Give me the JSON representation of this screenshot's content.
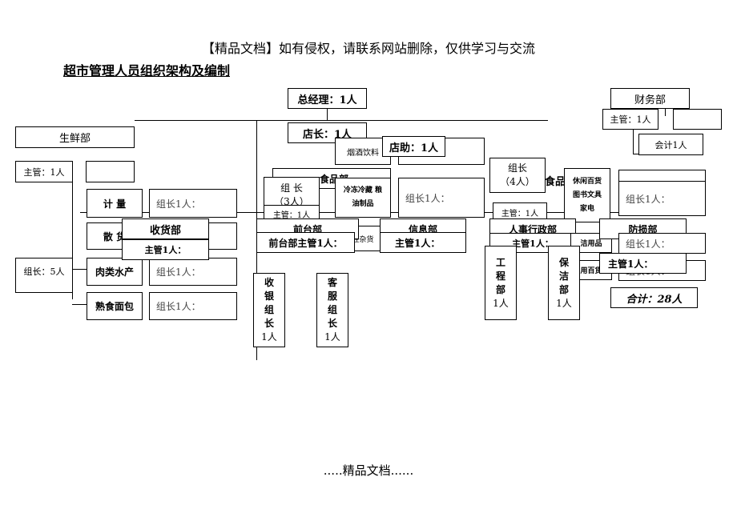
{
  "header": "【精品文档】如有侵权，请联系网站删除，仅供学习与交流",
  "title": "超市管理人员组织架构及编制",
  "footer": ".....精品文档......",
  "boxes": {
    "gm": "总经理：1人",
    "store_manager": "店长：1人",
    "assistant": "店助：1人",
    "finance": "财务部",
    "finance_supervisor": "主管：1人",
    "accountant": "会计1人",
    "fresh": "生鲜部",
    "fresh_supervisor": "主管：1人",
    "fresh_group_leaders": "组长：5人",
    "weigh": "计 量",
    "bulk": "散 货",
    "meat": "肉类水产",
    "deli": "熟食面包",
    "receiving": "收货部",
    "receiving_supervisor": "主管1人：",
    "leader_1": "组长1人：",
    "leader_2": "组长1人：",
    "leader_3": "组长1人：",
    "leader_4": "组长1人：",
    "leader_5": "组长1人：",
    "leader_6": "组长1人：",
    "leader_7": "组长1人：",
    "food_dept": "食品部",
    "food_group_leader_line1": "组 长",
    "food_group_leader_line2": "（3人）",
    "food_supervisor": "主管：1人",
    "tobacco": "烟酒饮料",
    "frozen_line1": "冷冻冷藏 粮",
    "frozen_line2": "油制品",
    "grocery": "性杂货",
    "front_desk": "前台部",
    "front_supervisor": "前台部主管1人：",
    "info": "信息部",
    "info_supervisor": "主管1人：",
    "nonfood_leader_line1": "组长",
    "nonfood_leader_line2": "（4人）",
    "nonfood": "食品",
    "nonfood_supervisor": "主管：1人",
    "leisure_line1": "休闲百货",
    "leisure_line2": "图书文具",
    "leisure_line3": "家电",
    "hr": "人事行政部",
    "hr_supervisor": "主管1人：",
    "cleaning_goods": "洁用品",
    "daily_goods": "用百货",
    "loss_prevention": "防损部",
    "loss_supervisor": "主管1人：",
    "total": "合计：28人",
    "cashier": [
      "收",
      "银",
      "组",
      "长",
      "1人"
    ],
    "customer_service": [
      "客",
      "服",
      "组",
      "长",
      "1人"
    ],
    "engineering": [
      "工",
      "程",
      "部",
      "1人"
    ],
    "cleaning": [
      "保",
      "洁",
      "部",
      "1人"
    ]
  }
}
